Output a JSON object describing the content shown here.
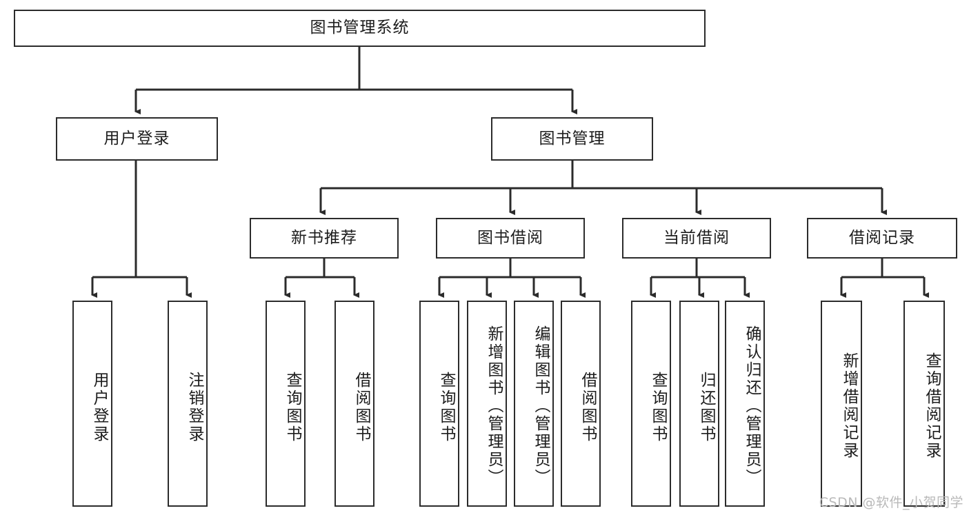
{
  "diagram": {
    "title": "图书管理系统",
    "type": "tree-hierarchy-chart",
    "colors": {
      "box_border": "#2b2b2b",
      "box_fill": "#ffffff",
      "connector": "#2b2b2b",
      "text": "#1c1c1c",
      "watermark": "#b9b9b9",
      "background": "#ffffff"
    },
    "root": {
      "label": "图书管理系统"
    },
    "level2": [
      {
        "label": "用户登录"
      },
      {
        "label": "图书管理"
      }
    ],
    "level3": [
      {
        "label": "新书推荐"
      },
      {
        "label": "图书借阅"
      },
      {
        "label": "当前借阅"
      },
      {
        "label": "借阅记录"
      }
    ],
    "leaves": {
      "user_login": [
        {
          "label": "用户登录"
        },
        {
          "label": "注销登录"
        }
      ],
      "new_book_recommend": [
        {
          "label": "查询图书"
        },
        {
          "label": "借阅图书"
        }
      ],
      "book_borrow": [
        {
          "label": "查询图书"
        },
        {
          "label": "新增图书（管理员）"
        },
        {
          "label": "编辑图书（管理员）"
        },
        {
          "label": "借阅图书"
        }
      ],
      "current_borrow": [
        {
          "label": "查询图书"
        },
        {
          "label": "归还图书"
        },
        {
          "label": "确认归还（管理员）"
        }
      ],
      "borrow_record": [
        {
          "label": "新增借阅记录"
        },
        {
          "label": "查询借阅记录"
        }
      ]
    }
  },
  "watermark": {
    "text": "CSDN @软件_小贺同学"
  }
}
